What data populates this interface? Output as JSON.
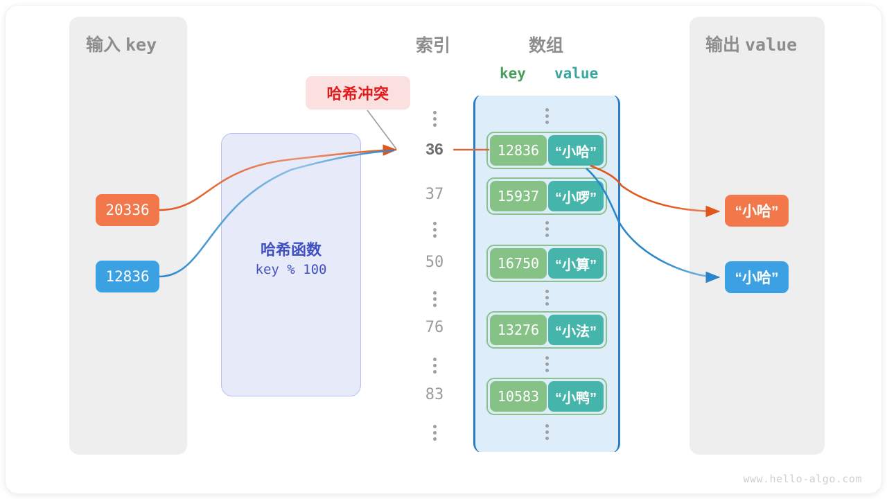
{
  "figure": {
    "watermark": "www.hello-algo.com",
    "colors": {
      "orange": "#f2784b",
      "blue": "#3ba1e3",
      "green_key": "#86c286",
      "teal_value": "#45b5ab",
      "array_border": "#2a7dc4",
      "array_fill": "#ddeefa",
      "hash_fill": "#e7eaf9",
      "hash_text": "#4050c0",
      "panel_gray": "#eeeeee",
      "badge_bg": "#fbe0e0",
      "badge_text": "#e01b1b"
    }
  },
  "panels": {
    "input": {
      "title_cn": "输入",
      "title_mono": "key"
    },
    "output": {
      "title_cn": "输出",
      "title_mono": "value"
    }
  },
  "headers": {
    "index": "索引",
    "array": "数组",
    "key_label": "key",
    "value_label": "value"
  },
  "hash_function": {
    "title": "哈希函数",
    "formula": "key % 100"
  },
  "collision_badge": {
    "label": "哈希冲突"
  },
  "inputs": [
    {
      "name": "input-key-20336",
      "value": "20336",
      "color": "orange"
    },
    {
      "name": "input-key-12836",
      "value": "12836",
      "color": "blue"
    }
  ],
  "outputs": [
    {
      "name": "output-value-1",
      "value": "“小哈”",
      "color": "orange"
    },
    {
      "name": "output-value-2",
      "value": "“小哈”",
      "color": "blue"
    }
  ],
  "index_column": [
    {
      "type": "dots",
      "label": "⋮"
    },
    {
      "type": "index",
      "label": "36",
      "highlight": true
    },
    {
      "type": "index",
      "label": "37",
      "highlight": false
    },
    {
      "type": "dots",
      "label": "⋮"
    },
    {
      "type": "index",
      "label": "50",
      "highlight": false
    },
    {
      "type": "dots",
      "label": "⋮"
    },
    {
      "type": "index",
      "label": "76",
      "highlight": false
    },
    {
      "type": "dots",
      "label": "⋮"
    },
    {
      "type": "index",
      "label": "83",
      "highlight": false
    },
    {
      "type": "dots",
      "label": "⋮"
    }
  ],
  "array_rows": [
    {
      "type": "dots"
    },
    {
      "type": "entry",
      "key": "12836",
      "value": "“小哈”"
    },
    {
      "type": "entry",
      "key": "15937",
      "value": "“小啰”"
    },
    {
      "type": "dots"
    },
    {
      "type": "entry",
      "key": "16750",
      "value": "“小算”"
    },
    {
      "type": "dots"
    },
    {
      "type": "entry",
      "key": "13276",
      "value": "“小法”"
    },
    {
      "type": "dots"
    },
    {
      "type": "entry",
      "key": "10583",
      "value": "“小鸭”"
    },
    {
      "type": "dots"
    }
  ]
}
